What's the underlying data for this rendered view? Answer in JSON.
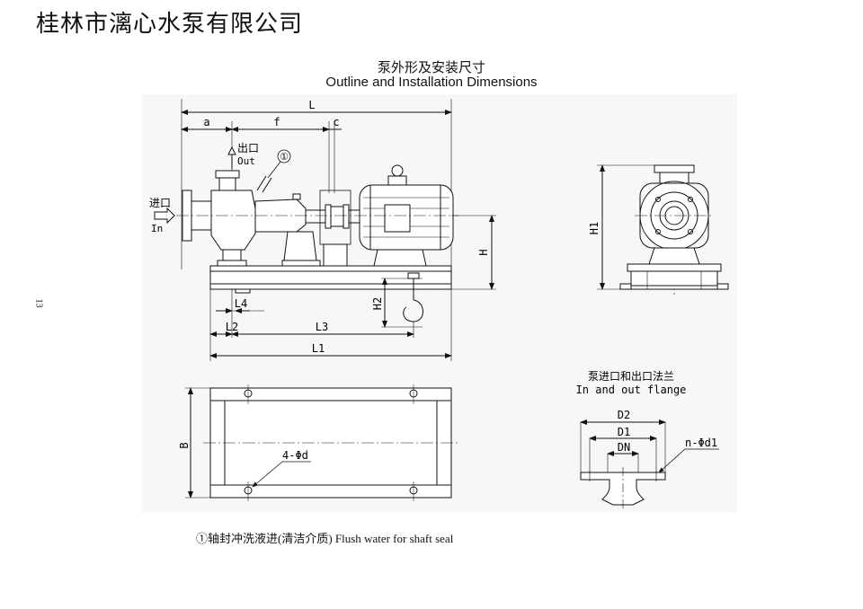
{
  "header": {
    "company": "桂林市漓心水泵有限公司"
  },
  "titles": {
    "cn": "泵外形及安装尺寸",
    "en": "Outline and Installation Dimensions"
  },
  "page_number": "13",
  "labels": {
    "L": "L",
    "a": "a",
    "f": "f",
    "c": "c",
    "outlet_cn": "出口",
    "outlet_en": "Out",
    "inlet_cn": "进口",
    "inlet_en": "In",
    "circled_1": "①",
    "H": "H",
    "H1": "H1",
    "H2": "H2",
    "L1": "L1",
    "L2": "L2",
    "L3": "L3",
    "L4": "L4",
    "B": "B",
    "bolt_holes": "4-Φd",
    "flange_cn": "泵进口和出口法兰",
    "flange_en": "In and out flange",
    "D2": "D2",
    "D1": "D1",
    "DN": "DN",
    "flange_holes": "n-Φd1"
  },
  "footnote": "①轴封冲洗液进(清洁介质) Flush water for shaft seal"
}
